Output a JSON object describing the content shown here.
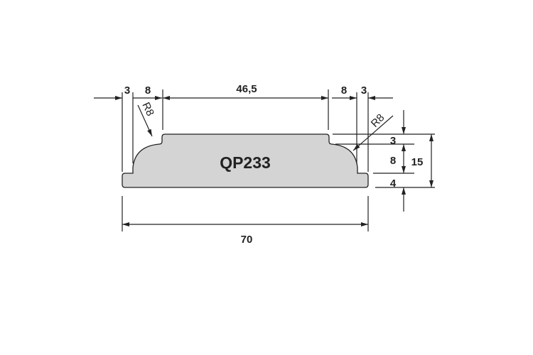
{
  "profile": {
    "name": "QP233",
    "fill_color": "#d4d4d4",
    "outline_color": "#222222"
  },
  "dimensions": {
    "top": [
      "3",
      "8",
      "46,5",
      "8",
      "3"
    ],
    "overall_width": "70",
    "right_stack": [
      "3",
      "8",
      "4"
    ],
    "overall_height": "15",
    "radius_left": "R8",
    "radius_right": "R8"
  }
}
